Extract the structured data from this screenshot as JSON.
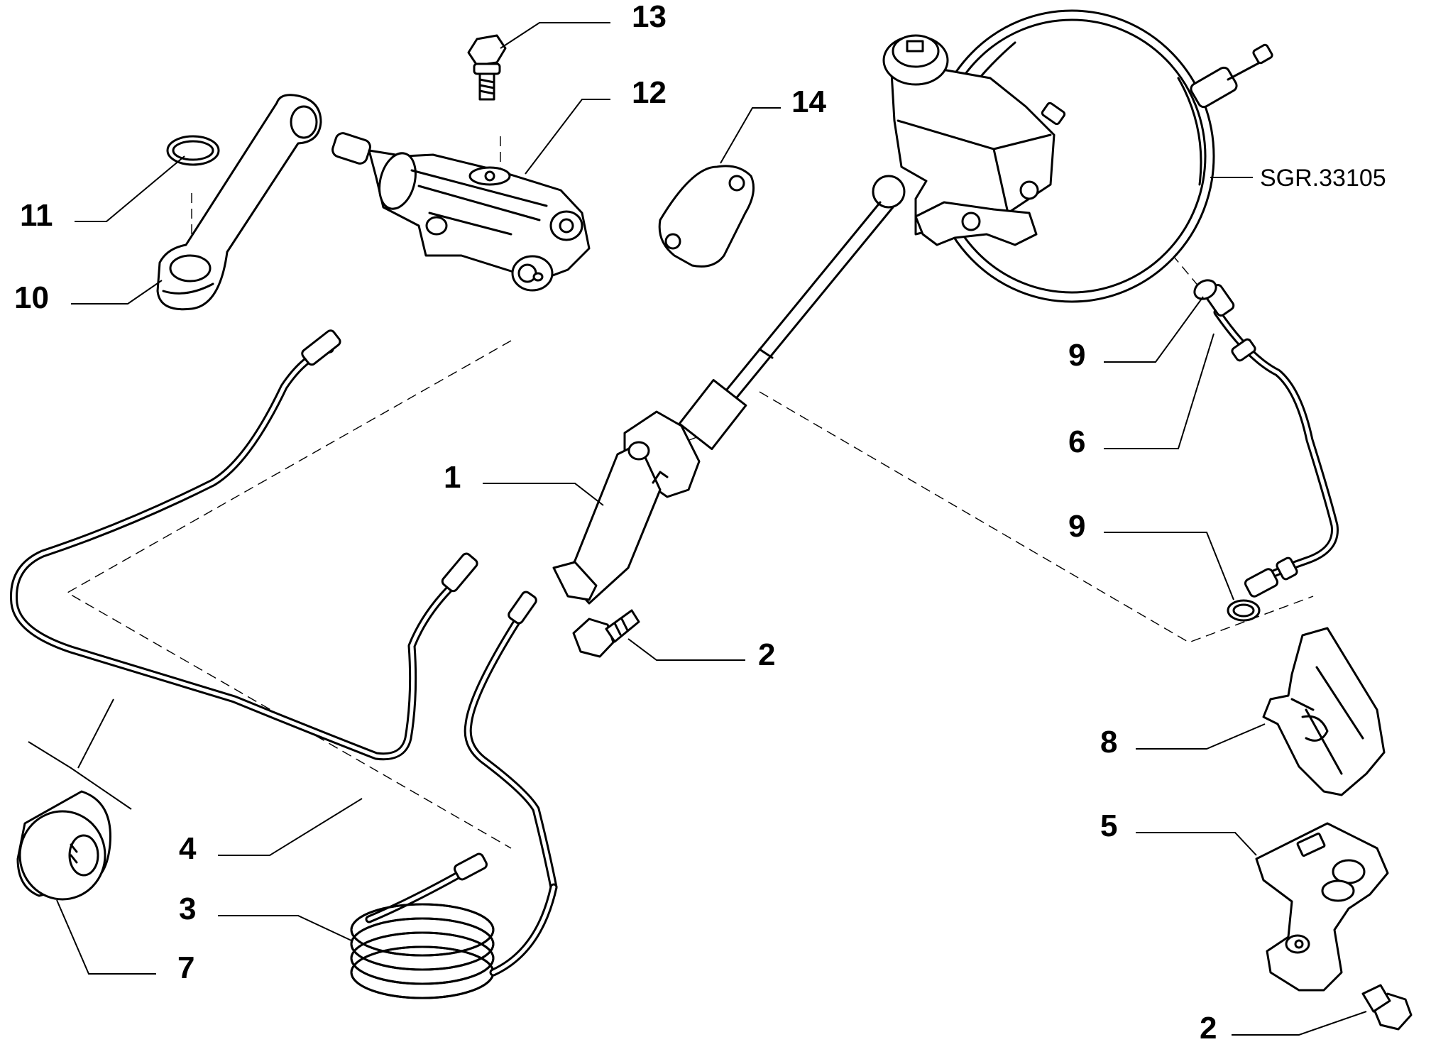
{
  "reference_code": "SGR.33105",
  "callouts": {
    "c1": "1",
    "c2a": "2",
    "c2b": "2",
    "c3": "3",
    "c4": "4",
    "c5": "5",
    "c6": "6",
    "c7": "7",
    "c8": "8",
    "c9a": "9",
    "c9b": "9",
    "c10": "10",
    "c11": "11",
    "c12": "12",
    "c13": "13",
    "c14": "14"
  }
}
